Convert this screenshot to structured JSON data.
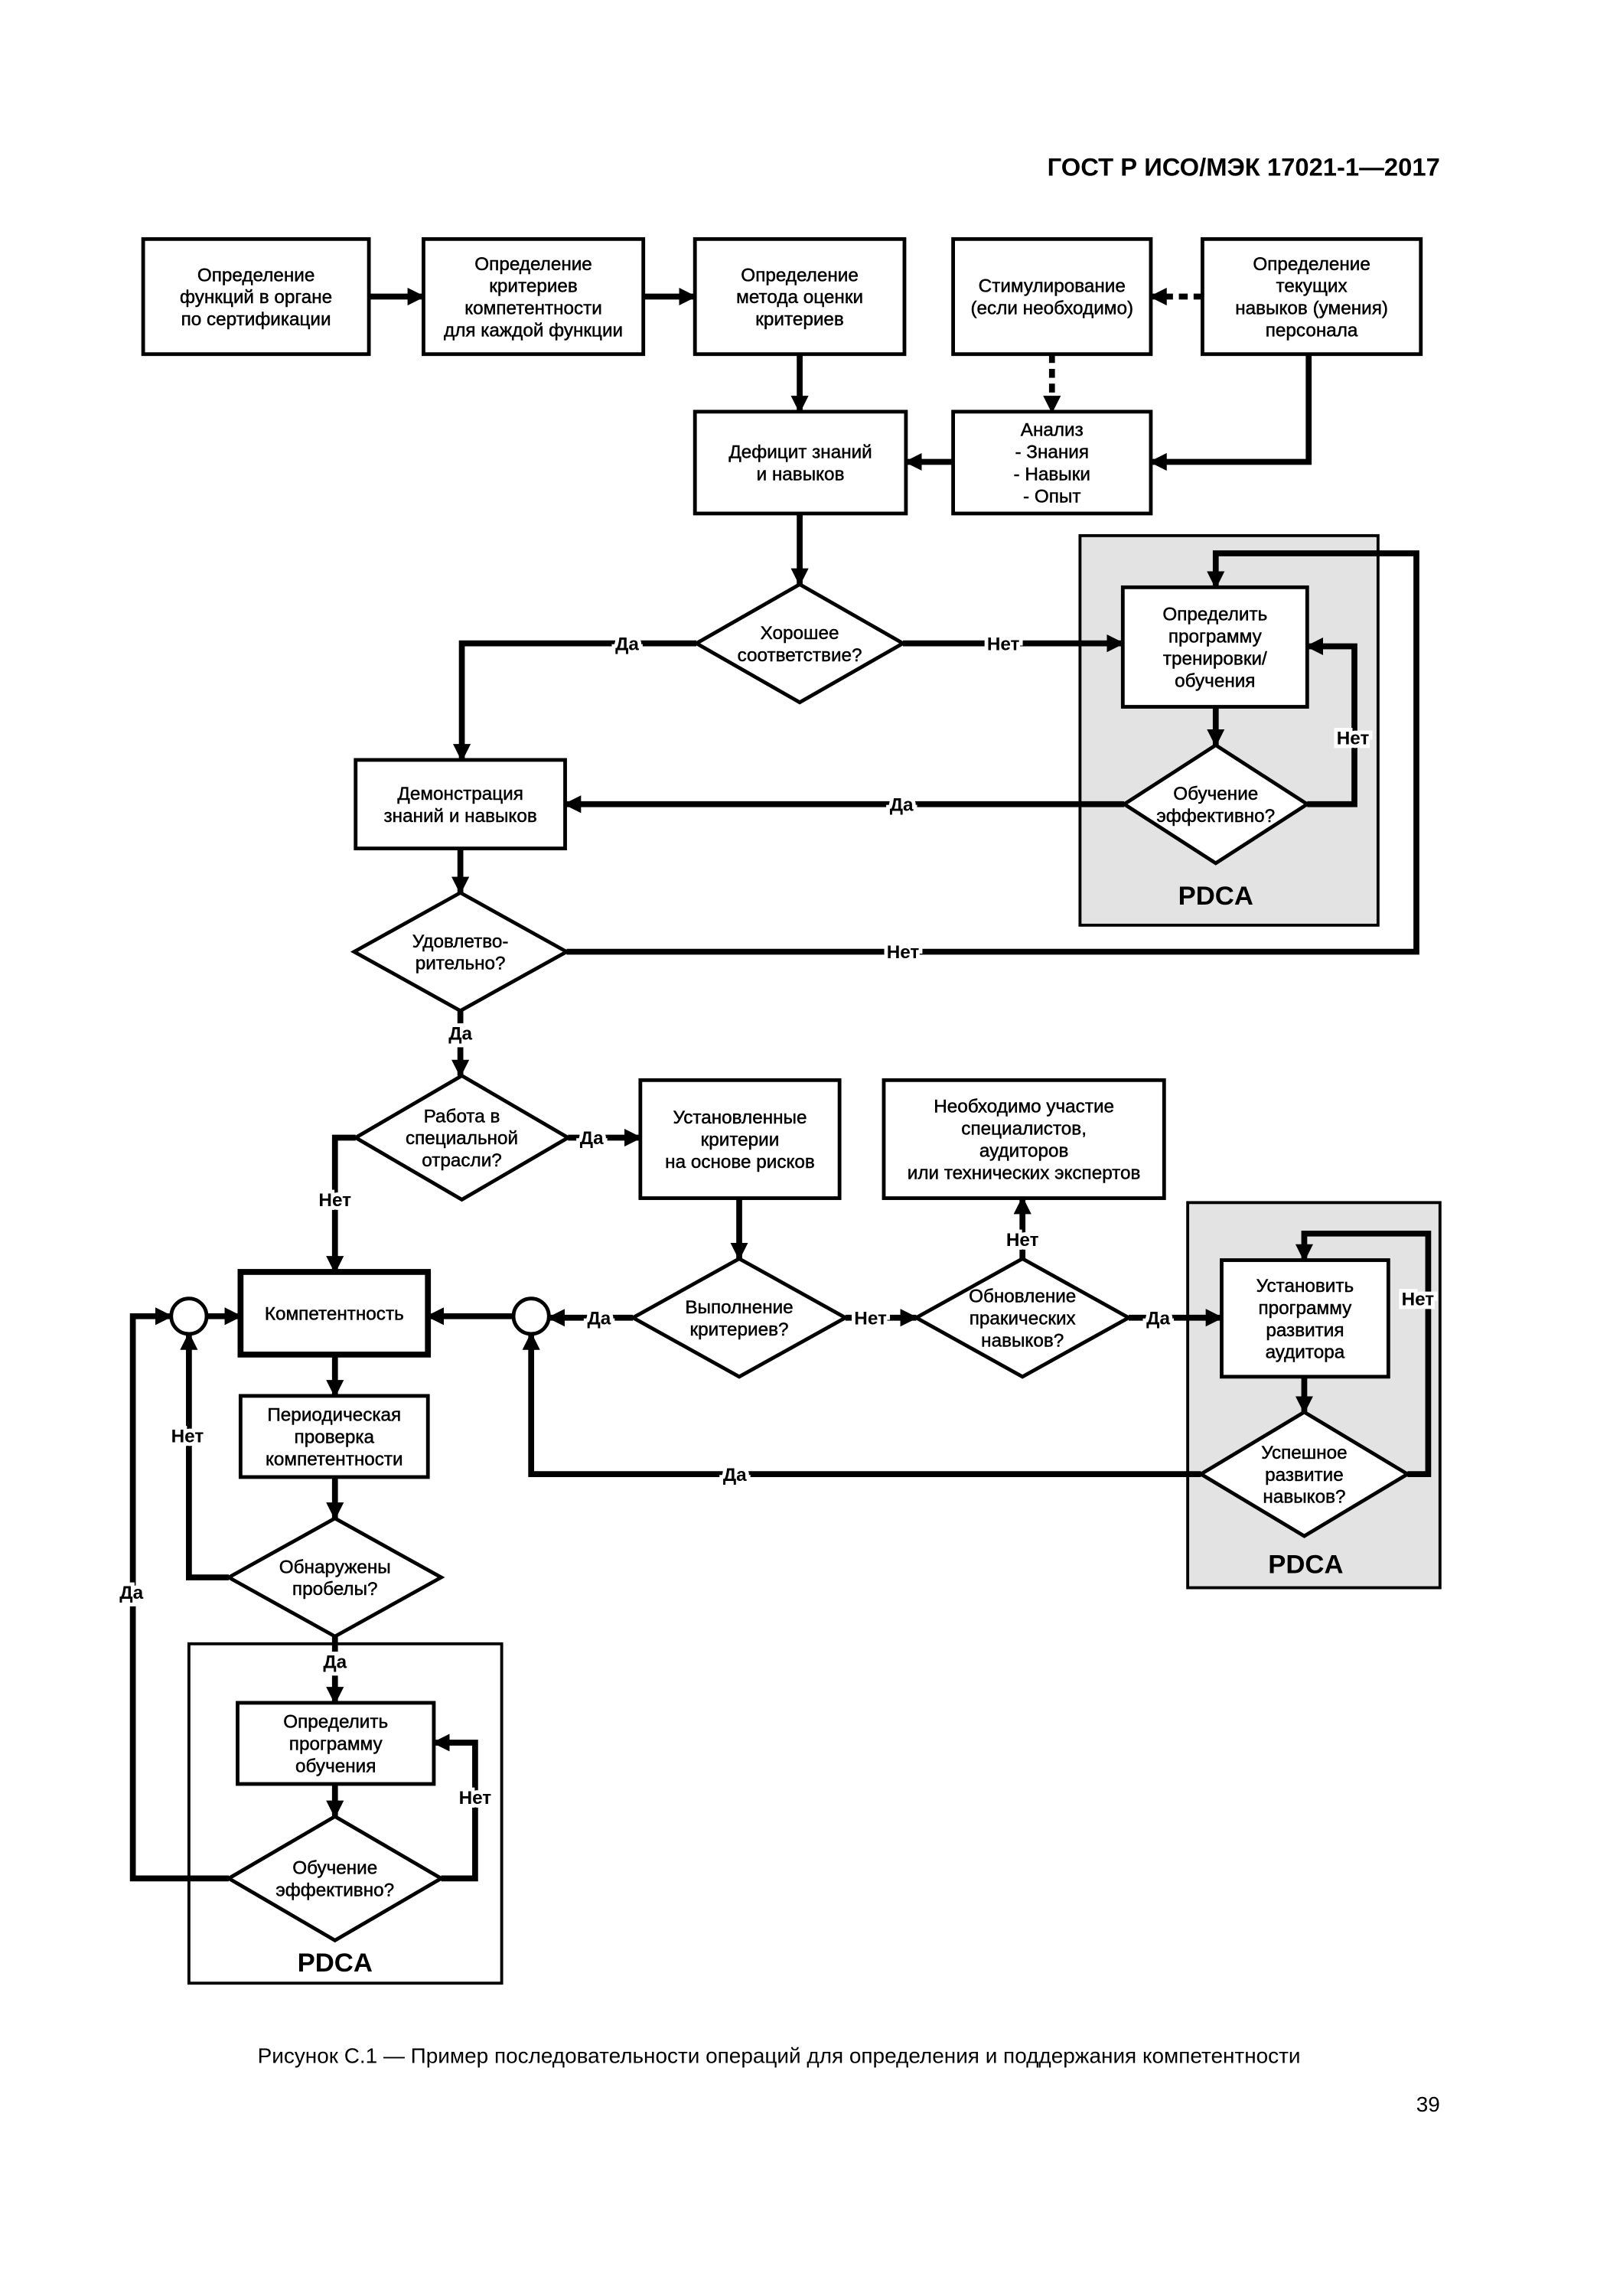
{
  "header": {
    "doc_code": "ГОСТ Р ИСО/МЭК 17021-1—2017"
  },
  "flowchart": {
    "pdca_label": "PDCA",
    "nodes": {
      "define_functions": {
        "lines": [
          "Определение",
          "функций в органе",
          "по сертификации"
        ]
      },
      "define_criteria": {
        "lines": [
          "Определение",
          "критериев",
          "компетентности",
          "для каждой функции"
        ]
      },
      "define_method": {
        "lines": [
          "Определение",
          "метода оценки",
          "критериев"
        ]
      },
      "stimulation": {
        "lines": [
          "Стимулирование",
          "(если необходимо)"
        ]
      },
      "current_skills": {
        "lines": [
          "Определение",
          "текущих",
          "навыков (умения)",
          "персонала"
        ]
      },
      "deficit": {
        "lines": [
          "Дефицит знаний",
          "и навыков"
        ]
      },
      "analysis": {
        "lines": [
          "Анализ",
          "- Знания",
          "- Навыки",
          "- Опыт"
        ]
      },
      "good_match": {
        "lines": [
          "Хорошее",
          "соответствие?"
        ]
      },
      "training_program": {
        "lines": [
          "Определить",
          "программу",
          "тренировки/",
          "обучения"
        ]
      },
      "training_effective": {
        "lines": [
          "Обучение",
          "эффективно?"
        ]
      },
      "demonstration": {
        "lines": [
          "Демонстрация",
          "знаний и навыков"
        ]
      },
      "satisfactory": {
        "lines": [
          "Удовлетво-",
          "рительно?"
        ]
      },
      "special_industry": {
        "lines": [
          "Работа в",
          "специальной",
          "отрасли?"
        ]
      },
      "risk_criteria": {
        "lines": [
          "Установленные",
          "критерии",
          "на основе рисков"
        ]
      },
      "experts": {
        "lines": [
          "Необходимо участие",
          "специалистов,",
          "аудиторов",
          "или технических экспертов"
        ]
      },
      "criteria_met": {
        "lines": [
          "Выполнение",
          "критериев?"
        ]
      },
      "update_skills": {
        "lines": [
          "Обновление",
          "пракических",
          "навыков?"
        ]
      },
      "auditor_program": {
        "lines": [
          "Установить",
          "программу",
          "развития",
          "аудитора"
        ]
      },
      "skills_success": {
        "lines": [
          "Успешное",
          "развитие",
          "навыков?"
        ]
      },
      "competence": {
        "lines": [
          "Компетентность"
        ]
      },
      "periodic_check": {
        "lines": [
          "Периодическая",
          "проверка",
          "компетентности"
        ]
      },
      "gaps_found": {
        "lines": [
          "Обнаружены",
          "пробелы?"
        ]
      },
      "learning_program": {
        "lines": [
          "Определить",
          "программу",
          "обучения"
        ]
      },
      "learning_effective": {
        "lines": [
          "Обучение",
          "эффективно?"
        ]
      }
    },
    "edges": [
      {
        "from": "define_functions",
        "to": "define_criteria"
      },
      {
        "from": "define_criteria",
        "to": "define_method"
      },
      {
        "from": "current_skills",
        "to": "stimulation",
        "style": "dashed"
      },
      {
        "from": "define_method",
        "to": "deficit"
      },
      {
        "from": "stimulation",
        "to": "analysis",
        "style": "dashed"
      },
      {
        "from": "current_skills",
        "to": "analysis"
      },
      {
        "from": "analysis",
        "to": "deficit"
      },
      {
        "from": "deficit",
        "to": "good_match"
      },
      {
        "from": "good_match",
        "to": "demonstration",
        "label": "Да"
      },
      {
        "from": "good_match",
        "to": "training_program",
        "label": "Нет"
      },
      {
        "from": "training_program",
        "to": "training_effective"
      },
      {
        "from": "training_effective",
        "to": "training_program",
        "label": "Нет"
      },
      {
        "from": "training_effective",
        "to": "demonstration",
        "label": "Да"
      },
      {
        "from": "demonstration",
        "to": "satisfactory"
      },
      {
        "from": "satisfactory",
        "to": "training_program",
        "label": "Нет"
      },
      {
        "from": "satisfactory",
        "to": "special_industry",
        "label": "Да"
      },
      {
        "from": "special_industry",
        "to": "risk_criteria",
        "label": "Да"
      },
      {
        "from": "special_industry",
        "to": "competence",
        "label": "Нет"
      },
      {
        "from": "risk_criteria",
        "to": "criteria_met"
      },
      {
        "from": "criteria_met",
        "to": "update_skills",
        "label": "Нет"
      },
      {
        "from": "update_skills",
        "to": "experts",
        "label": "Нет"
      },
      {
        "from": "update_skills",
        "to": "auditor_program",
        "label": "Да"
      },
      {
        "from": "auditor_program",
        "to": "skills_success"
      },
      {
        "from": "skills_success",
        "to": "auditor_program",
        "label": "Нет"
      },
      {
        "from": "skills_success",
        "to": "junction_2",
        "label": "Да"
      },
      {
        "from": "criteria_met",
        "to": "junction_2",
        "label": "Да"
      },
      {
        "from": "junction_2",
        "to": "competence"
      },
      {
        "from": "junction_1",
        "to": "competence"
      },
      {
        "from": "competence",
        "to": "periodic_check"
      },
      {
        "from": "periodic_check",
        "to": "gaps_found"
      },
      {
        "from": "gaps_found",
        "to": "junction_1",
        "label": "Нет"
      },
      {
        "from": "gaps_found",
        "to": "learning_program",
        "label": "Да"
      },
      {
        "from": "learning_program",
        "to": "learning_effective"
      },
      {
        "from": "learning_effective",
        "to": "learning_program",
        "label": "Нет"
      },
      {
        "from": "learning_effective",
        "to": "junction_1",
        "label": "Да"
      }
    ]
  },
  "caption": "Рисунок С.1 — Пример последовательности операций для определения и поддержания компетентности",
  "page_number": "39",
  "colors": {
    "pdca_fill": "#e3e3e3",
    "line": "#000000"
  }
}
